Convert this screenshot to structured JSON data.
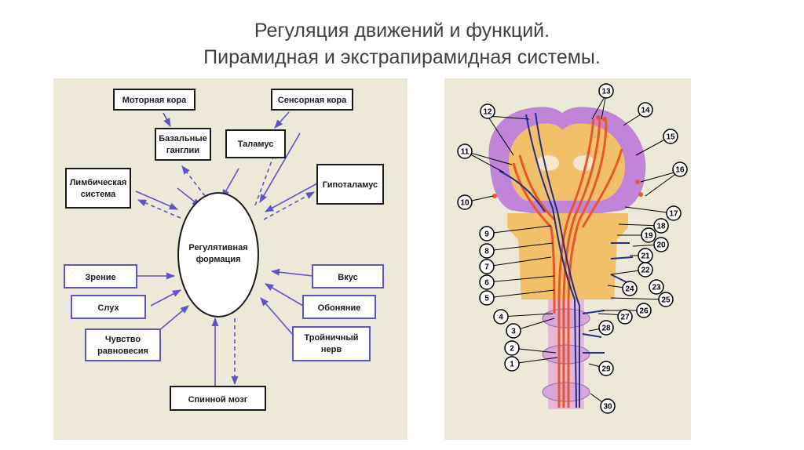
{
  "slide": {
    "title_line1": "Регуляция движений и функций.",
    "title_line2": "Пирамидная и экстрапирамидная системы."
  },
  "diagram": {
    "center_line1": "Регулятивная",
    "center_line2": "формация",
    "motor_cortex": "Моторная кора",
    "sensory_cortex": "Сенсорная кора",
    "basal_ganglia_1": "Базальные",
    "basal_ganglia_2": "ганглии",
    "thalamus": "Таламус",
    "limbic_1": "Лимбическая",
    "limbic_2": "система",
    "hypothalamus": "Гипоталамус",
    "vision": "Зрение",
    "hearing": "Слух",
    "balance_1": "Чувство",
    "balance_2": "равновесия",
    "taste": "Вкус",
    "smell": "Обоняние",
    "trigeminal_1": "Тройничный",
    "trigeminal_2": "нерв",
    "spinal_cord": "Спинной мозг"
  },
  "anatomy": {
    "labels": [
      "1",
      "2",
      "3",
      "4",
      "5",
      "6",
      "7",
      "8",
      "9",
      "10",
      "11",
      "12",
      "13",
      "14",
      "15",
      "16",
      "17",
      "18",
      "19",
      "20",
      "21",
      "22",
      "23",
      "24",
      "25",
      "26",
      "27",
      "28",
      "29",
      "30"
    ],
    "colors": {
      "cortex": "#c084d8",
      "brainstem": "#f3c06a",
      "pyramidal_tract": "#e8562a",
      "extrapyramidal": "#1f2f8a",
      "spinal": "#d9a6d8"
    }
  }
}
